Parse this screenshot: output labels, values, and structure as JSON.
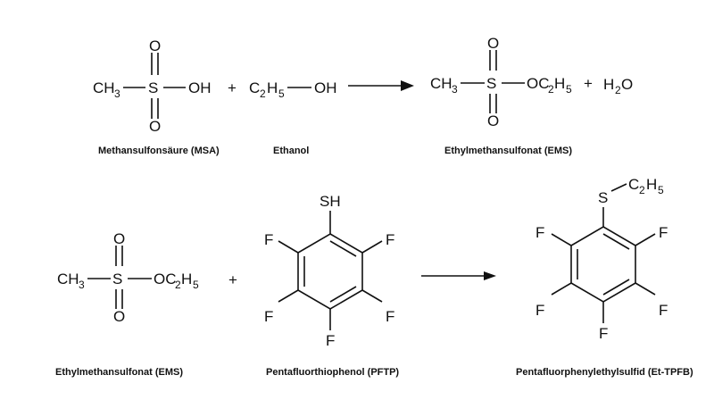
{
  "reaction1": {
    "msa": {
      "ch": "CH",
      "ch_sub": "3",
      "s": "S",
      "o_top": "O",
      "o_bottom": "O",
      "oh": "OH"
    },
    "plus1": "+",
    "ethanol": {
      "c": "C",
      "c_sub": "2",
      "h": "H",
      "h_sub": "5",
      "oh": "OH"
    },
    "ems": {
      "ch": "CH",
      "ch_sub": "3",
      "s": "S",
      "o_top": "O",
      "o_bottom": "O",
      "oc": "OC",
      "oc_sub": "2",
      "h": "H",
      "h_sub": "5"
    },
    "plus2": "+",
    "water": {
      "h": "H",
      "h_sub": "2",
      "o": "O"
    },
    "captions": {
      "msa": "Methansulfonsäure (MSA)",
      "ethanol": "Ethanol",
      "ems": "Ethylmethansulfonat (EMS)"
    }
  },
  "reaction2": {
    "ems": {
      "ch": "CH",
      "ch_sub": "3",
      "s": "S",
      "o_top": "O",
      "o_bottom": "O",
      "oc": "OC",
      "oc_sub": "2",
      "h": "H",
      "h_sub": "5"
    },
    "plus": "+",
    "pftp": {
      "sh": "SH",
      "f_ul": "F",
      "f_ur": "F",
      "f_ll": "F",
      "f_lr": "F",
      "f_b": "F"
    },
    "product": {
      "s": "S",
      "c": "C",
      "c_sub": "2",
      "h": "H",
      "h_sub": "5",
      "f_ul": "F",
      "f_ur": "F",
      "f_ll": "F",
      "f_lr": "F",
      "f_b": "F"
    },
    "captions": {
      "ems": "Ethylmethansulfonat (EMS)",
      "pftp": "Pentafluorthiophenol (PFTP)",
      "product": "Pentafluorphenylethylsulfid (Et-TPFB)"
    }
  }
}
